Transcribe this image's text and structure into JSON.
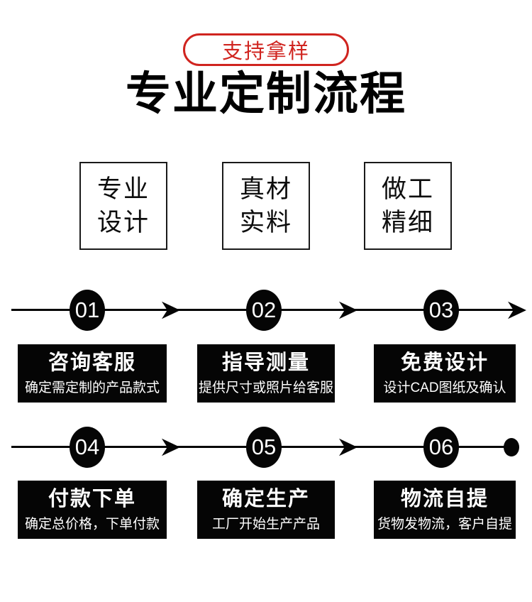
{
  "badge": {
    "label": "支持拿样"
  },
  "title": "专业定制流程",
  "features": [
    {
      "line1": "专业",
      "line2": "设计"
    },
    {
      "line1": "真材",
      "line2": "实料"
    },
    {
      "line1": "做工",
      "line2": "精细"
    }
  ],
  "steps": [
    {
      "num": "01",
      "title": "咨询客服",
      "desc": "确定需定制的产品款式"
    },
    {
      "num": "02",
      "title": "指导测量",
      "desc": "提供尺寸或照片给客服"
    },
    {
      "num": "03",
      "title": "免费设计",
      "desc": "设计CAD图纸及确认"
    },
    {
      "num": "04",
      "title": "付款下单",
      "desc": "确定总价格，下单付款"
    },
    {
      "num": "05",
      "title": "确定生产",
      "desc": "工厂开始生产产品"
    },
    {
      "num": "06",
      "title": "物流自提",
      "desc": "货物发物流，客户自提"
    }
  ],
  "colors": {
    "accent_red": "#d0241f",
    "ink_black": "#050505",
    "background": "#ffffff"
  }
}
